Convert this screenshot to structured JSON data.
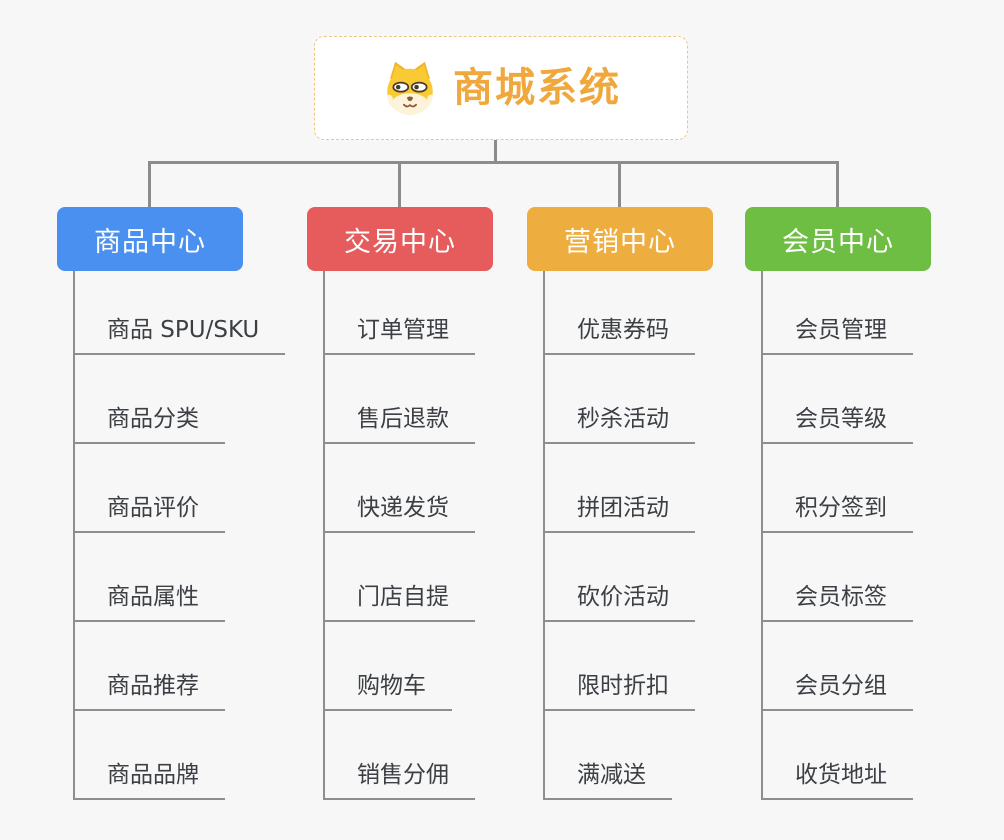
{
  "root": {
    "title": "商城系统",
    "icon": "dog-face-icon",
    "text_color": "#f0a73c",
    "border_color": "#efc57e"
  },
  "canvas": {
    "background_color": "#f7f7f7",
    "connector_color": "#8c8c8c",
    "underline_color": "#8e8e8e",
    "item_text_color": "#3c4045"
  },
  "branches": [
    {
      "label": "商品中心",
      "color": "#4a90f0",
      "items": [
        "商品 SPU/SKU",
        "商品分类",
        "商品评价",
        "商品属性",
        "商品推荐",
        "商品品牌"
      ]
    },
    {
      "label": "交易中心",
      "color": "#e65b5b",
      "items": [
        "订单管理",
        "售后退款",
        "快递发货",
        "门店自提",
        "购物车",
        "销售分佣"
      ]
    },
    {
      "label": "营销中心",
      "color": "#eeae3f",
      "items": [
        "优惠券码",
        "秒杀活动",
        "拼团活动",
        "砍价活动",
        "限时折扣",
        "满减送"
      ]
    },
    {
      "label": "会员中心",
      "color": "#6fbe44",
      "items": [
        "会员管理",
        "会员等级",
        "积分签到",
        "会员标签",
        "会员分组",
        "收货地址"
      ]
    }
  ]
}
